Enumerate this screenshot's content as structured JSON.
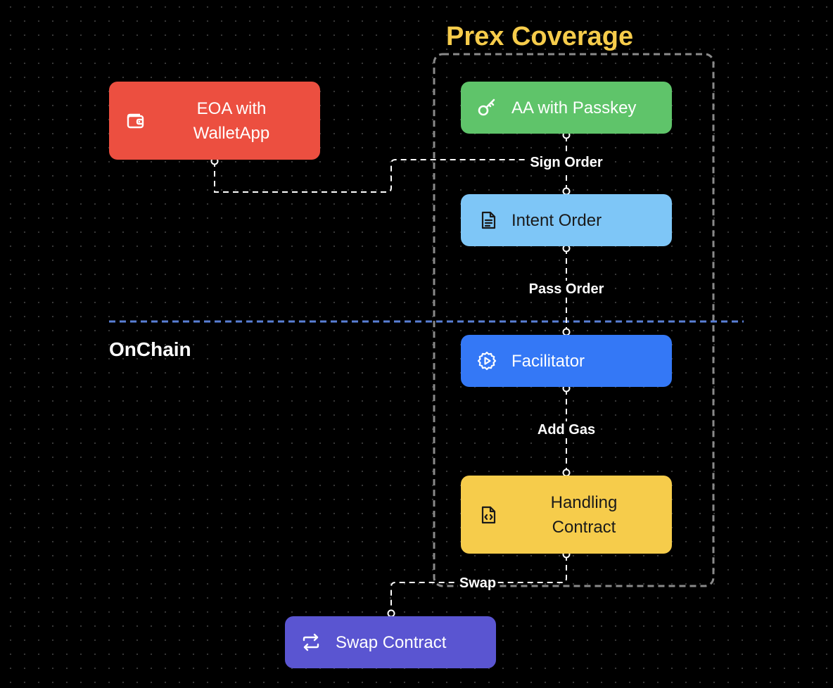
{
  "coverage": {
    "title": "Prex Coverage"
  },
  "zones": {
    "onchain_label": "OnChain"
  },
  "nodes": {
    "eoa": {
      "label": "EOA with WalletApp",
      "icon": "wallet-icon",
      "color": "#ec4f40"
    },
    "aa": {
      "label": "AA with Passkey",
      "icon": "key-icon",
      "color": "#5fc46a"
    },
    "intent": {
      "label": "Intent Order",
      "icon": "document-icon",
      "color": "#7ec6f7"
    },
    "facilitator": {
      "label": "Facilitator",
      "icon": "gear-play-icon",
      "color": "#3478f6"
    },
    "handling": {
      "label": "Handling Contract",
      "icon": "code-file-icon",
      "color": "#f6cc4b"
    },
    "swap": {
      "label": "Swap Contract",
      "icon": "swap-arrows-icon",
      "color": "#5a55d1"
    }
  },
  "edges": {
    "sign_order": "Sign Order",
    "pass_order": "Pass Order",
    "add_gas": "Add Gas",
    "swap": "Swap"
  },
  "colors": {
    "background": "#000000",
    "coverage_border": "#8a8a8a",
    "onchain_divider": "#5a7fd6",
    "connector": "#ffffff"
  }
}
